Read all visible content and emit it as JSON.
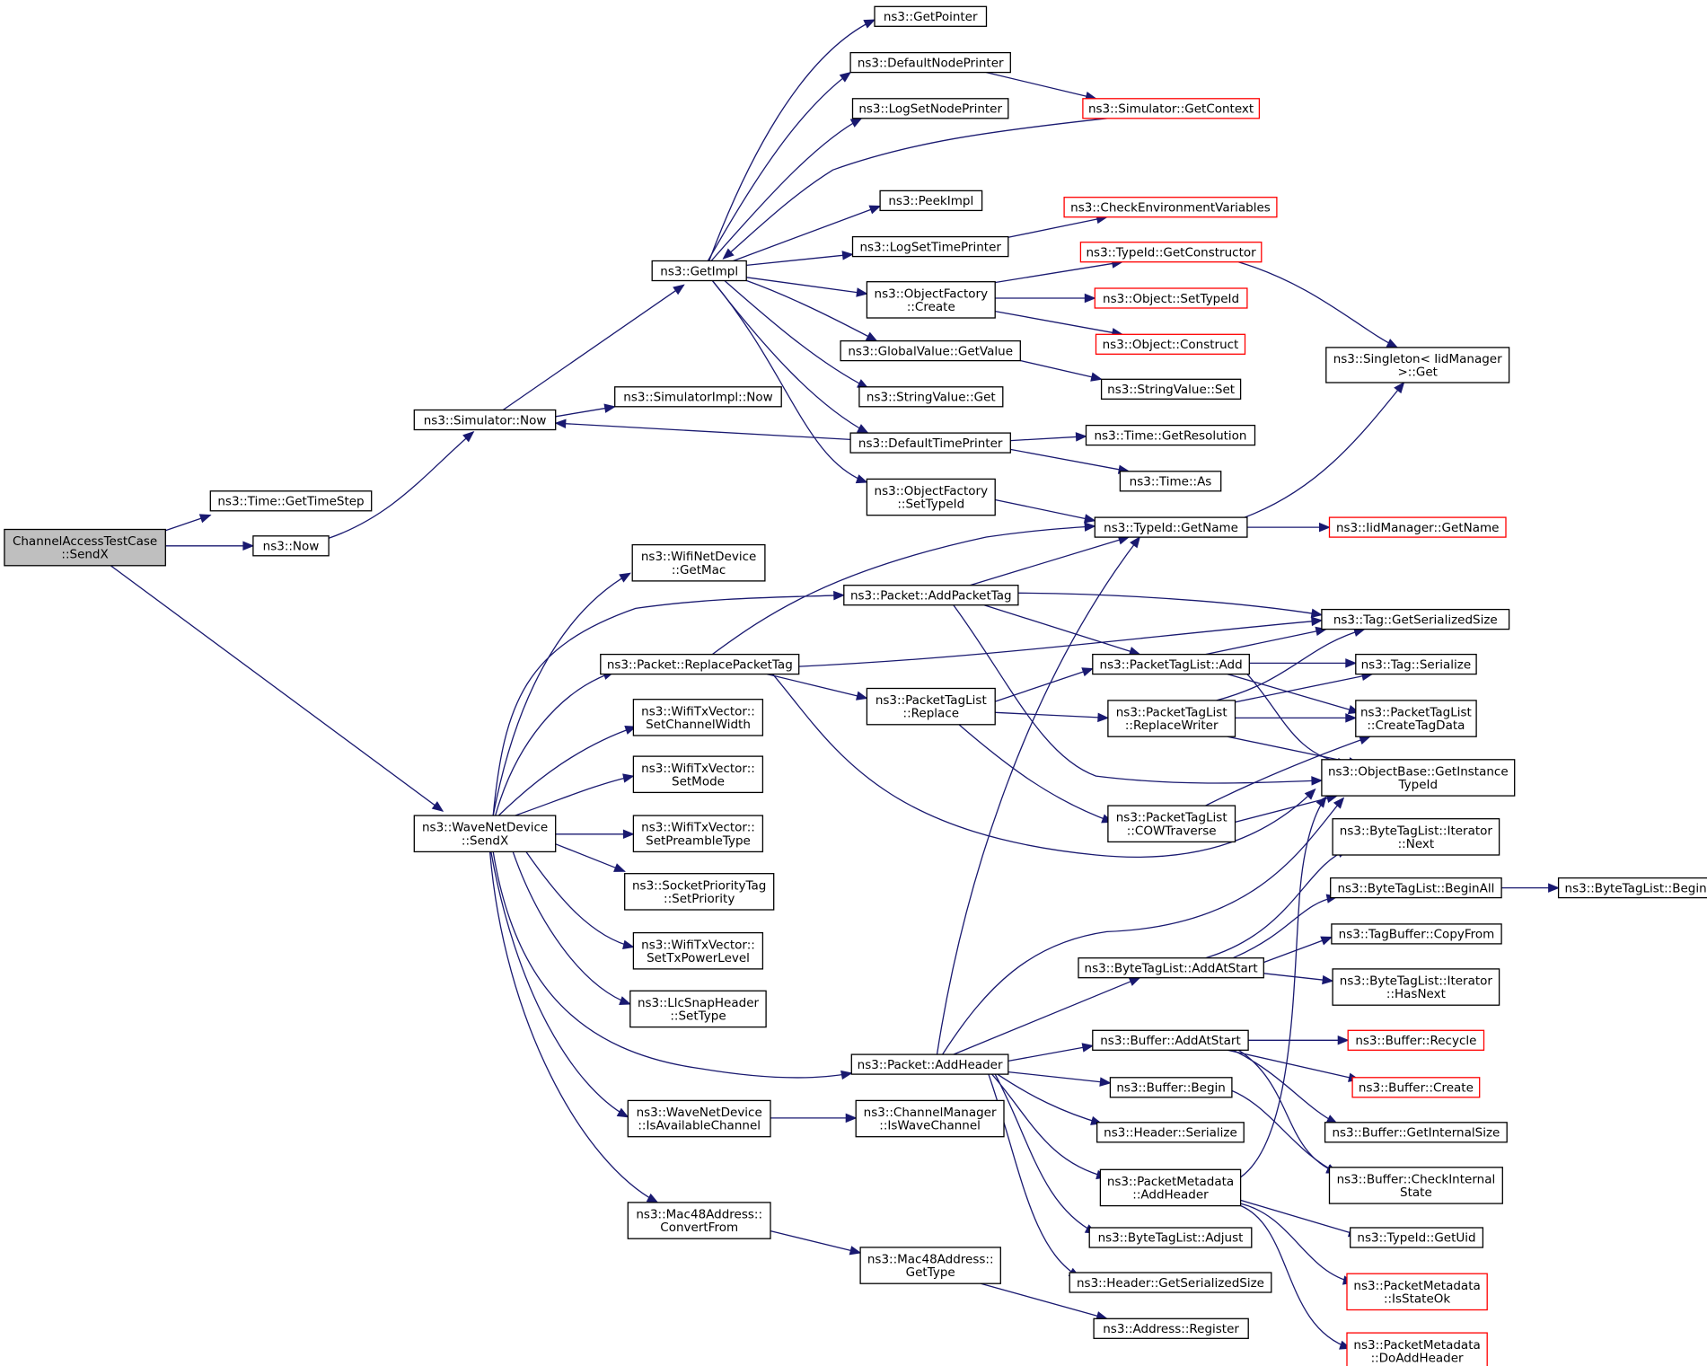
{
  "diagram": {
    "kind": "call-graph",
    "colors": {
      "edge": "#191970",
      "root_fill": "#bfbfbf",
      "node_border": "#000000",
      "truncated_border": "#ff0000",
      "background": "#ffffff"
    },
    "nodes": [
      {
        "id": "n_root",
        "lines": [
          "ChannelAccessTestCase",
          "::SendX"
        ],
        "style": "root"
      },
      {
        "id": "n_gettimestep",
        "lines": [
          "ns3::Time::GetTimeStep"
        ],
        "style": "normal"
      },
      {
        "id": "n_now",
        "lines": [
          "ns3::Now"
        ],
        "style": "normal"
      },
      {
        "id": "n_simnow",
        "lines": [
          "ns3::Simulator::Now"
        ],
        "style": "normal"
      },
      {
        "id": "n_simimplnow",
        "lines": [
          "ns3::SimulatorImpl::Now"
        ],
        "style": "normal"
      },
      {
        "id": "n_getimpl",
        "lines": [
          "ns3::GetImpl"
        ],
        "style": "normal"
      },
      {
        "id": "n_getpointer",
        "lines": [
          "ns3::GetPointer"
        ],
        "style": "normal"
      },
      {
        "id": "n_defaultnodeprinter",
        "lines": [
          "ns3::DefaultNodePrinter"
        ],
        "style": "normal"
      },
      {
        "id": "n_logsetnodeprinter",
        "lines": [
          "ns3::LogSetNodePrinter"
        ],
        "style": "normal"
      },
      {
        "id": "n_getcontext",
        "lines": [
          "ns3::Simulator::GetContext"
        ],
        "style": "trunc"
      },
      {
        "id": "n_peekimpl",
        "lines": [
          "ns3::PeekImpl"
        ],
        "style": "normal"
      },
      {
        "id": "n_logsettimeprinter",
        "lines": [
          "ns3::LogSetTimePrinter"
        ],
        "style": "normal"
      },
      {
        "id": "n_checkenv",
        "lines": [
          "ns3::CheckEnvironmentVariables"
        ],
        "style": "trunc"
      },
      {
        "id": "n_ofcreate",
        "lines": [
          "ns3::ObjectFactory",
          "::Create"
        ],
        "style": "normal"
      },
      {
        "id": "n_getconstructor",
        "lines": [
          "ns3::TypeId::GetConstructor"
        ],
        "style": "trunc"
      },
      {
        "id": "n_objsettypeid",
        "lines": [
          "ns3::Object::SetTypeId"
        ],
        "style": "trunc"
      },
      {
        "id": "n_objconstruct",
        "lines": [
          "ns3::Object::Construct"
        ],
        "style": "trunc"
      },
      {
        "id": "n_gvgetvalue",
        "lines": [
          "ns3::GlobalValue::GetValue"
        ],
        "style": "normal"
      },
      {
        "id": "n_svget",
        "lines": [
          "ns3::StringValue::Get"
        ],
        "style": "normal"
      },
      {
        "id": "n_svset",
        "lines": [
          "ns3::StringValue::Set"
        ],
        "style": "normal"
      },
      {
        "id": "n_singletonget",
        "lines": [
          "ns3::Singleton< IidManager",
          ">::Get"
        ],
        "style": "normal"
      },
      {
        "id": "n_defaulttimeprinter",
        "lines": [
          "ns3::DefaultTimePrinter"
        ],
        "style": "normal"
      },
      {
        "id": "n_getresolution",
        "lines": [
          "ns3::Time::GetResolution"
        ],
        "style": "normal"
      },
      {
        "id": "n_timeas",
        "lines": [
          "ns3::Time::As"
        ],
        "style": "normal"
      },
      {
        "id": "n_ofsettypeid",
        "lines": [
          "ns3::ObjectFactory",
          "::SetTypeId"
        ],
        "style": "normal"
      },
      {
        "id": "n_typeidgetname",
        "lines": [
          "ns3::TypeId::GetName"
        ],
        "style": "normal"
      },
      {
        "id": "n_iidgetname",
        "lines": [
          "ns3::IidManager::GetName"
        ],
        "style": "trunc"
      },
      {
        "id": "n_wifigetmac",
        "lines": [
          "ns3::WifiNetDevice",
          "::GetMac"
        ],
        "style": "normal"
      },
      {
        "id": "n_addpackettag",
        "lines": [
          "ns3::Packet::AddPacketTag"
        ],
        "style": "normal"
      },
      {
        "id": "n_taggetsersize",
        "lines": [
          "ns3::Tag::GetSerializedSize"
        ],
        "style": "normal"
      },
      {
        "id": "n_replacepackettag",
        "lines": [
          "ns3::Packet::ReplacePacketTag"
        ],
        "style": "normal"
      },
      {
        "id": "n_ptladd",
        "lines": [
          "ns3::PacketTagList::Add"
        ],
        "style": "normal"
      },
      {
        "id": "n_tagserialize",
        "lines": [
          "ns3::Tag::Serialize"
        ],
        "style": "normal"
      },
      {
        "id": "n_ptlreplace",
        "lines": [
          "ns3::PacketTagList",
          "::Replace"
        ],
        "style": "normal"
      },
      {
        "id": "n_ptlreplacewriter",
        "lines": [
          "ns3::PacketTagList",
          "::ReplaceWriter"
        ],
        "style": "normal"
      },
      {
        "id": "n_ptlcreatetagdata",
        "lines": [
          "ns3::PacketTagList",
          "::CreateTagData"
        ],
        "style": "normal"
      },
      {
        "id": "n_setchannelwidth",
        "lines": [
          "ns3::WifiTxVector::",
          "SetChannelWidth"
        ],
        "style": "normal"
      },
      {
        "id": "n_setmode",
        "lines": [
          "ns3::WifiTxVector::",
          "SetMode"
        ],
        "style": "normal"
      },
      {
        "id": "n_getinstancetypeid",
        "lines": [
          "ns3::ObjectBase::GetInstance",
          "TypeId"
        ],
        "style": "normal"
      },
      {
        "id": "n_wavesendx",
        "lines": [
          "ns3::WaveNetDevice",
          "::SendX"
        ],
        "style": "normal"
      },
      {
        "id": "n_ptlcowtraverse",
        "lines": [
          "ns3::PacketTagList",
          "::COWTraverse"
        ],
        "style": "normal"
      },
      {
        "id": "n_setpreambletype",
        "lines": [
          "ns3::WifiTxVector::",
          "SetPreambleType"
        ],
        "style": "normal"
      },
      {
        "id": "n_btliternext",
        "lines": [
          "ns3::ByteTagList::Iterator",
          "::Next"
        ],
        "style": "normal"
      },
      {
        "id": "n_setpriority",
        "lines": [
          "ns3::SocketPriorityTag",
          "::SetPriority"
        ],
        "style": "normal"
      },
      {
        "id": "n_btlbeginall",
        "lines": [
          "ns3::ByteTagList::BeginAll"
        ],
        "style": "normal"
      },
      {
        "id": "n_btlbegin",
        "lines": [
          "ns3::ByteTagList::Begin"
        ],
        "style": "normal"
      },
      {
        "id": "n_tbcopyfrom",
        "lines": [
          "ns3::TagBuffer::CopyFrom"
        ],
        "style": "normal"
      },
      {
        "id": "n_settxpowerlevel",
        "lines": [
          "ns3::WifiTxVector::",
          "SetTxPowerLevel"
        ],
        "style": "normal"
      },
      {
        "id": "n_btladdatstart",
        "lines": [
          "ns3::ByteTagList::AddAtStart"
        ],
        "style": "normal"
      },
      {
        "id": "n_btliterhasnext",
        "lines": [
          "ns3::ByteTagList::Iterator",
          "::HasNext"
        ],
        "style": "normal"
      },
      {
        "id": "n_llcsettype",
        "lines": [
          "ns3::LlcSnapHeader",
          "::SetType"
        ],
        "style": "normal"
      },
      {
        "id": "n_bufaddatstart",
        "lines": [
          "ns3::Buffer::AddAtStart"
        ],
        "style": "normal"
      },
      {
        "id": "n_bufrecycle",
        "lines": [
          "ns3::Buffer::Recycle"
        ],
        "style": "trunc"
      },
      {
        "id": "n_addheader",
        "lines": [
          "ns3::Packet::AddHeader"
        ],
        "style": "normal"
      },
      {
        "id": "n_bufbegin",
        "lines": [
          "ns3::Buffer::Begin"
        ],
        "style": "normal"
      },
      {
        "id": "n_bufcreate",
        "lines": [
          "ns3::Buffer::Create"
        ],
        "style": "trunc"
      },
      {
        "id": "n_isavailablechannel",
        "lines": [
          "ns3::WaveNetDevice",
          "::IsAvailableChannel"
        ],
        "style": "normal"
      },
      {
        "id": "n_iswavechannel",
        "lines": [
          "ns3::ChannelManager",
          "::IsWaveChannel"
        ],
        "style": "normal"
      },
      {
        "id": "n_hdrserialize",
        "lines": [
          "ns3::Header::Serialize"
        ],
        "style": "normal"
      },
      {
        "id": "n_bufgetinternalsize",
        "lines": [
          "ns3::Buffer::GetInternalSize"
        ],
        "style": "normal"
      },
      {
        "id": "n_pmaddheader",
        "lines": [
          "ns3::PacketMetadata",
          "::AddHeader"
        ],
        "style": "normal"
      },
      {
        "id": "n_bufcheckinternal",
        "lines": [
          "ns3::Buffer::CheckInternal",
          "State"
        ],
        "style": "normal"
      },
      {
        "id": "n_convertfrom",
        "lines": [
          "ns3::Mac48Address::",
          "ConvertFrom"
        ],
        "style": "normal"
      },
      {
        "id": "n_btladjust",
        "lines": [
          "ns3::ByteTagList::Adjust"
        ],
        "style": "normal"
      },
      {
        "id": "n_typeidgetuid",
        "lines": [
          "ns3::TypeId::GetUid"
        ],
        "style": "normal"
      },
      {
        "id": "n_macgettype",
        "lines": [
          "ns3::Mac48Address::",
          "GetType"
        ],
        "style": "normal"
      },
      {
        "id": "n_hdrgetsersize",
        "lines": [
          "ns3::Header::GetSerializedSize"
        ],
        "style": "normal"
      },
      {
        "id": "n_pmisstateok",
        "lines": [
          "ns3::PacketMetadata",
          "::IsStateOk"
        ],
        "style": "trunc"
      },
      {
        "id": "n_addrregister",
        "lines": [
          "ns3::Address::Register"
        ],
        "style": "normal"
      },
      {
        "id": "n_pmdoaddheader",
        "lines": [
          "ns3::PacketMetadata",
          "::DoAddHeader"
        ],
        "style": "trunc"
      }
    ]
  }
}
